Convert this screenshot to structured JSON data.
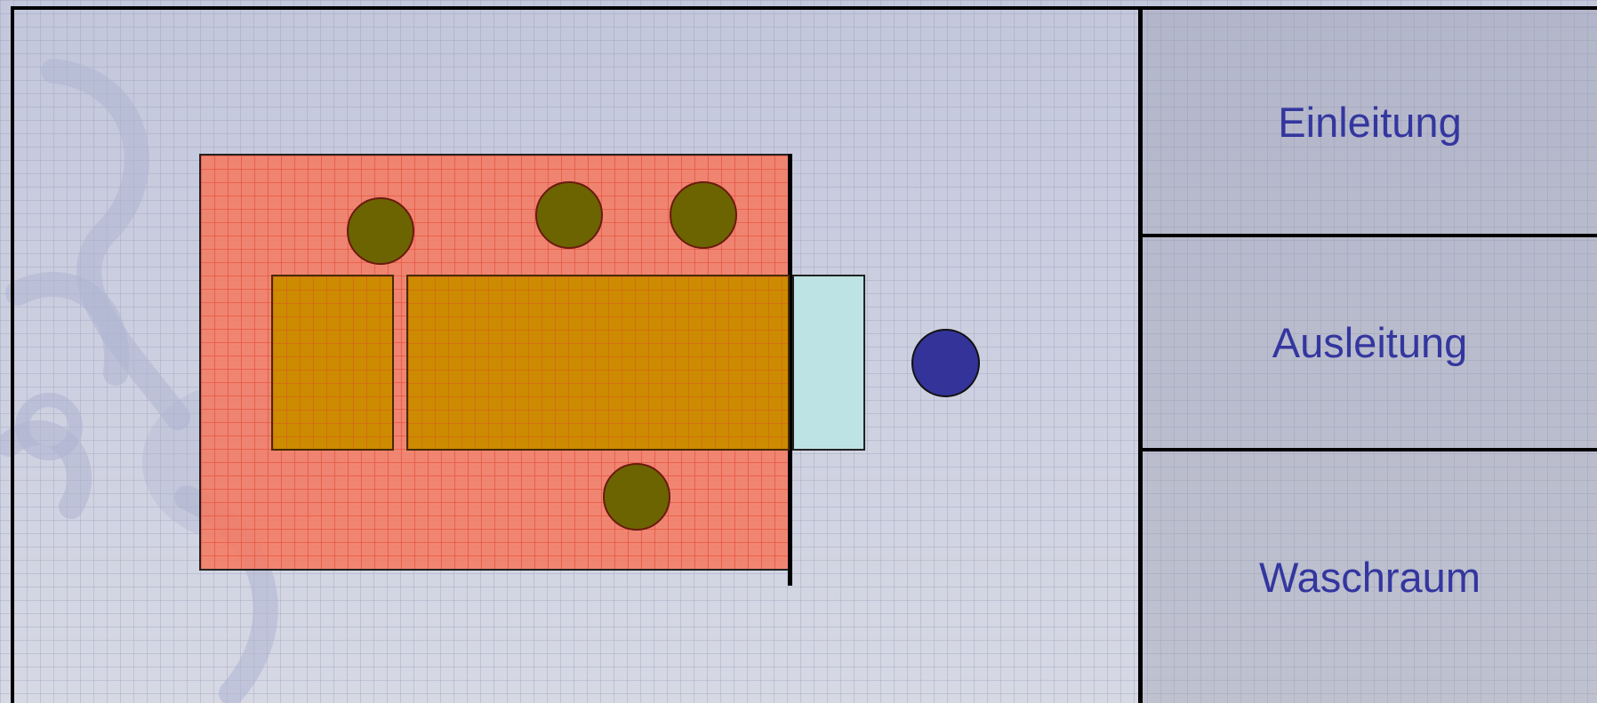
{
  "rooms": {
    "panel_1": "Einleitung",
    "panel_2": "Ausleitung",
    "panel_3": "Waschraum"
  },
  "colors": {
    "label_text": "#34369f",
    "sterile_zone": "#f6785e",
    "table": "#cc8b00",
    "staff": "#6b6400",
    "extension": "#bde3e5",
    "marker": "#333399"
  },
  "icons": {
    "staff_marker": "circle",
    "position_marker": "circle"
  }
}
